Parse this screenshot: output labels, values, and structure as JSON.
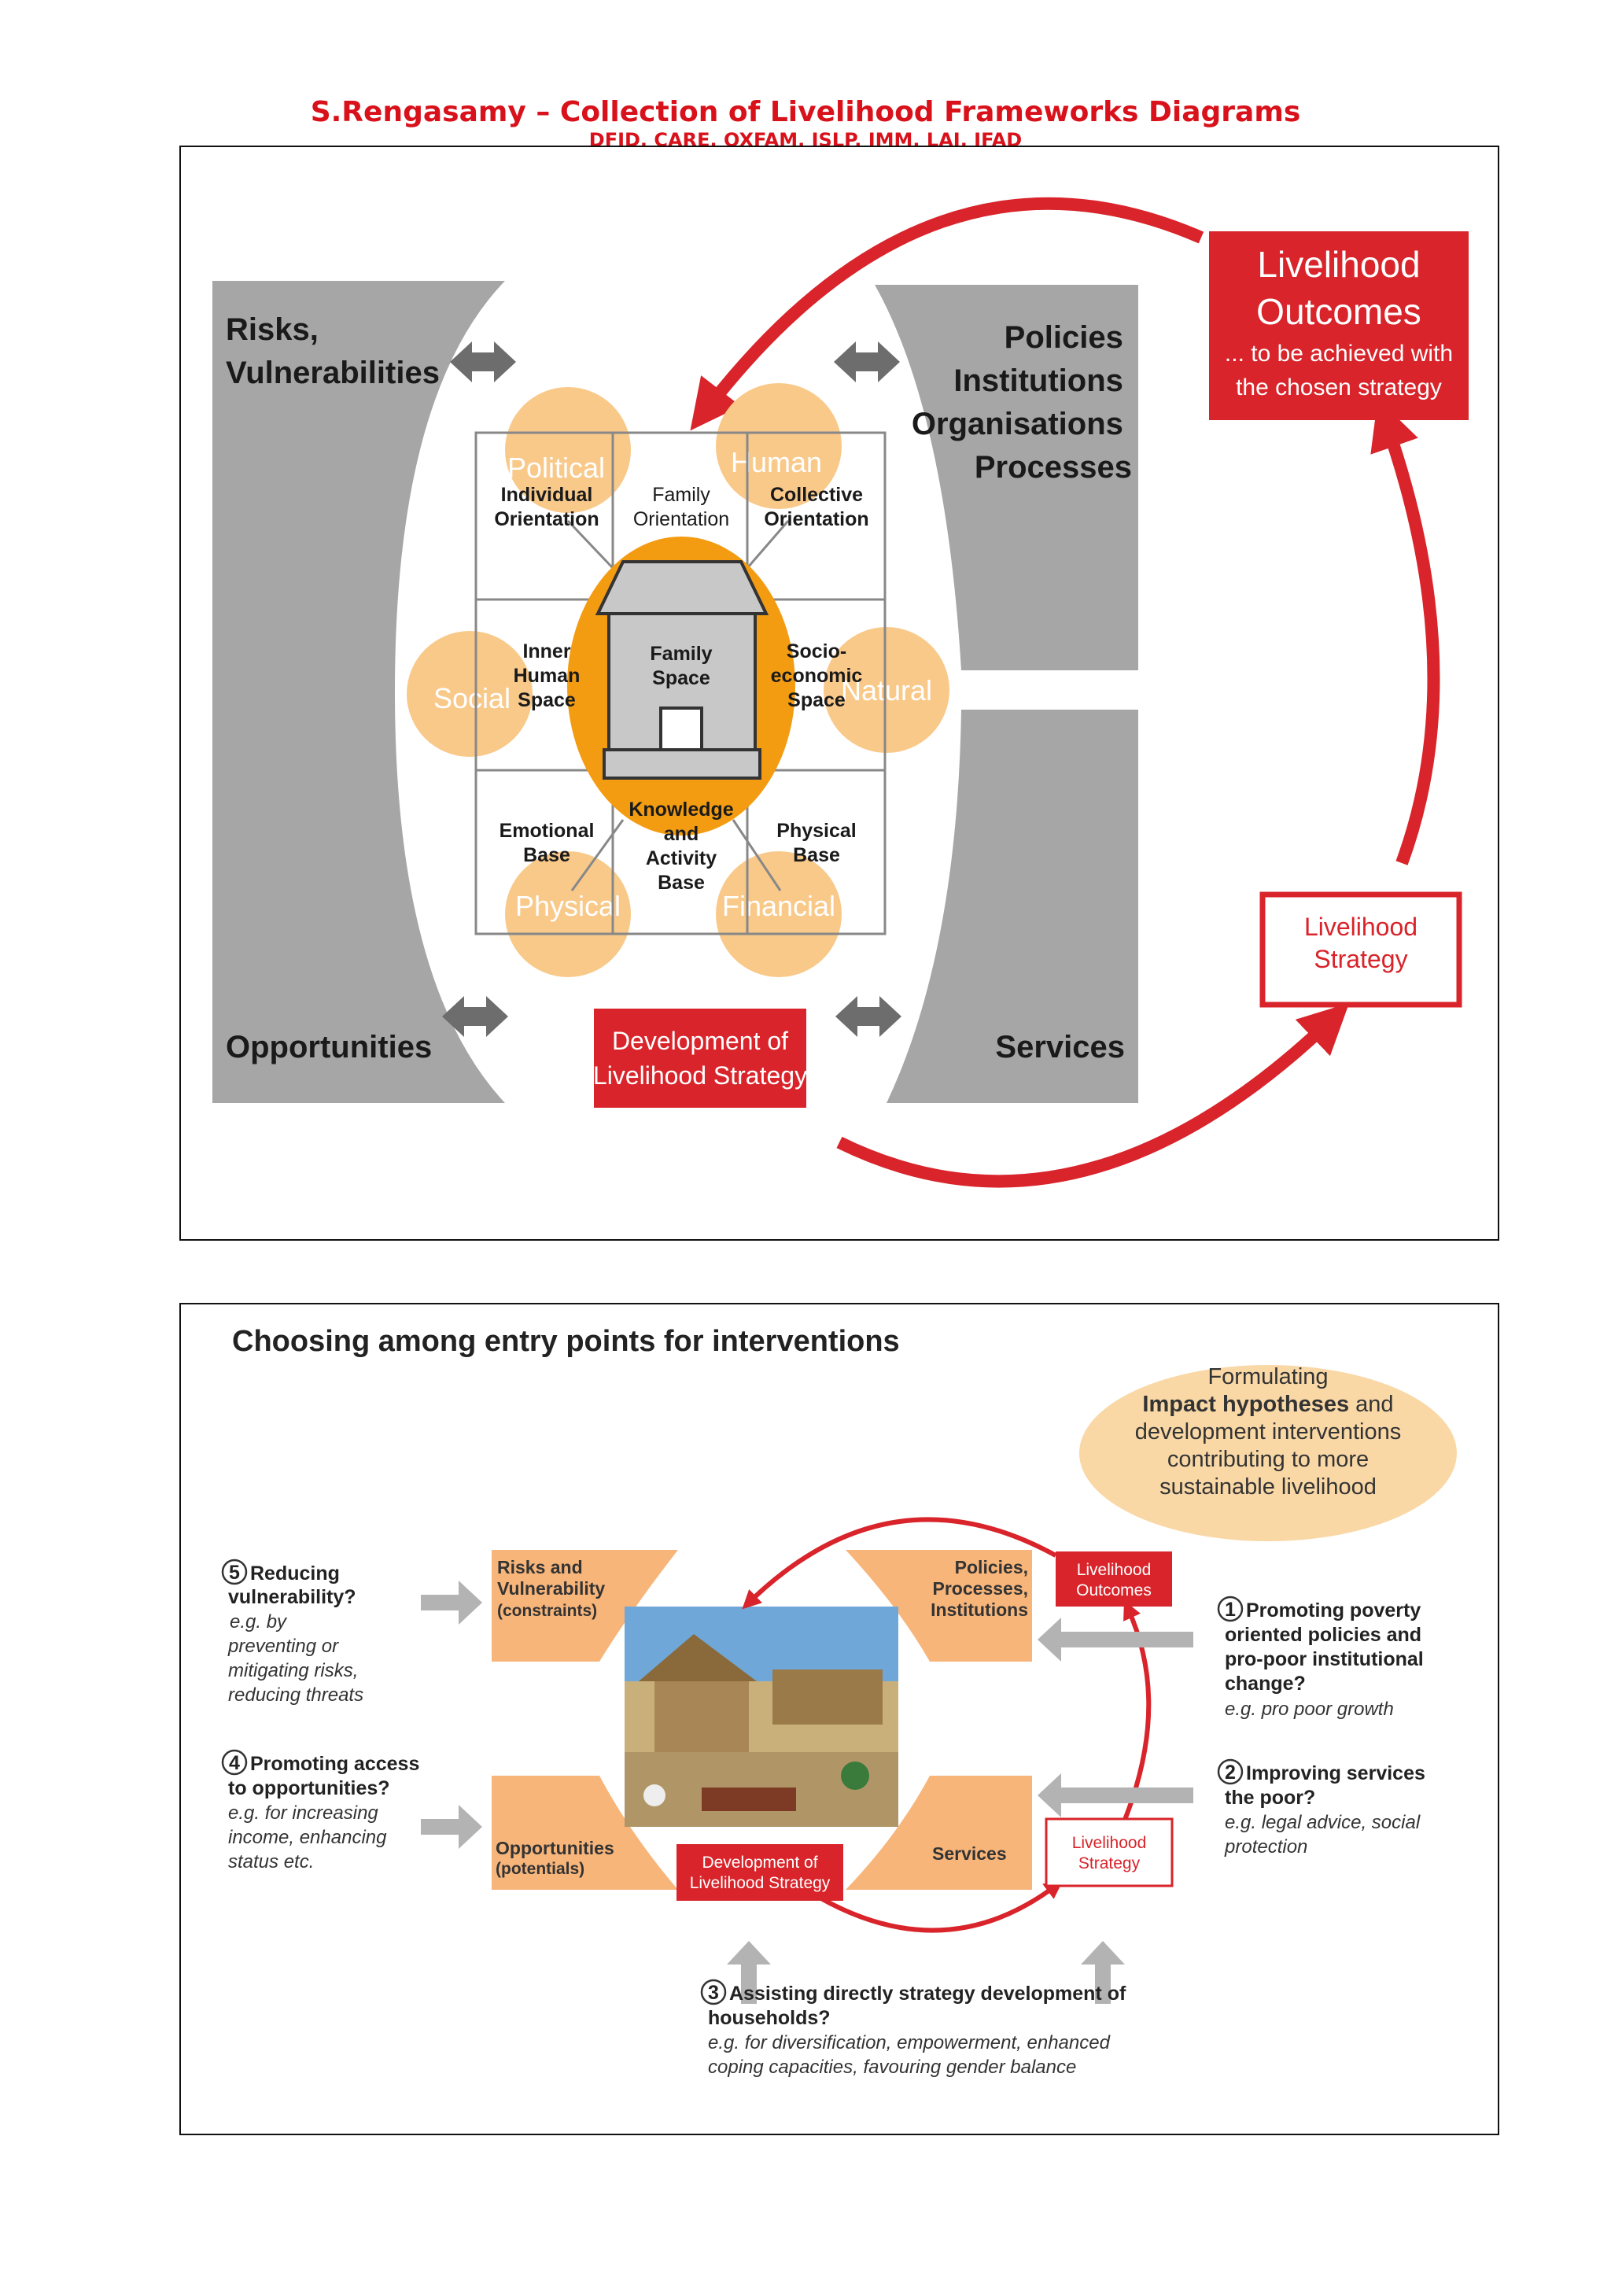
{
  "header": {
    "title": "S.Rengasamy – Collection of Livelihood Frameworks Diagrams",
    "subtitle": "DFID, CARE, OXFAM, ISLP, IMM, LAI, IFAD"
  },
  "diagram1": {
    "left_top_label": [
      "Risks,",
      "Vulnerabilities"
    ],
    "left_bottom_label": "Opportunities",
    "right_top_label": [
      "Policies",
      "Institutions",
      "Organisations",
      "Processes"
    ],
    "right_bottom_label": "Services",
    "outcomes_box": {
      "title": [
        "Livelihood",
        "Outcomes"
      ],
      "subtitle": [
        "... to be achieved with",
        "the chosen strategy"
      ]
    },
    "strategy_box": [
      "Livelihood",
      "Strategy"
    ],
    "development_box": [
      "Development of",
      "Livelihood Strategy"
    ],
    "capitals": {
      "political": "Political",
      "human": "Human",
      "social": "Social",
      "natural": "Natural",
      "physical": "Physical",
      "financial": "Financial"
    },
    "grid_cells": {
      "individual": [
        "Individual",
        "Orientation"
      ],
      "family_orientation": [
        "Family",
        "Orientation"
      ],
      "collective": [
        "Collective",
        "Orientation"
      ],
      "inner_human": [
        "Inner",
        "Human",
        "Space"
      ],
      "family_space": [
        "Family",
        "Space"
      ],
      "socio_economic": [
        "Socio-",
        "economic",
        "Space"
      ],
      "emotional": [
        "Emotional",
        "Base"
      ],
      "knowledge": [
        "Knowledge",
        "and",
        "Activity",
        "Base"
      ],
      "physical_base": [
        "Physical",
        "Base"
      ]
    }
  },
  "diagram2": {
    "title": "Choosing among  entry points for interventions",
    "hypothesis": [
      "Formulating",
      "Impact hypotheses",
      " and",
      "development interventions",
      "contributing to more",
      "sustainable livelihood"
    ],
    "boxes": {
      "risks": [
        "Risks and",
        "Vulnerability",
        "(constraints)"
      ],
      "policies": [
        "Policies,",
        "Processes,",
        "Institutions"
      ],
      "opportunities": [
        "Opportunities",
        "(potentials)"
      ],
      "services": "Services",
      "outcomes": [
        "Livelihood",
        "Outcomes"
      ],
      "strategy": [
        "Livelihood",
        "Strategy"
      ],
      "development": [
        "Development of",
        "Livelihood Strategy"
      ]
    },
    "entry_points": [
      {
        "num": "5",
        "lines": [
          "Reducing",
          "vulnerability?"
        ],
        "example": [
          " e.g. by",
          "preventing or",
          "mitigating risks,",
          "reducing threats"
        ]
      },
      {
        "num": "4",
        "lines": [
          "Promoting access",
          "to opportunities?"
        ],
        "example": [
          "e.g. for increasing",
          "income, enhancing",
          "status etc."
        ]
      },
      {
        "num": "1",
        "lines": [
          "Promoting poverty",
          "oriented policies and",
          "pro-poor institutional",
          "change?"
        ],
        "example": [
          "e.g. pro poor growth"
        ]
      },
      {
        "num": "2",
        "lines": [
          "Improving services",
          "the poor?"
        ],
        "example": [
          "e.g. legal advice, social",
          "protection"
        ]
      },
      {
        "num": "3",
        "lines": [
          "Assisting directly strategy development of",
          "households?"
        ],
        "example": [
          "e.g. for diversification, empowerment, enhanced",
          "coping capacities, favouring gender balance"
        ]
      }
    ]
  },
  "colors": {
    "red": "#d8242a",
    "gray": "#a6a6a7",
    "orange": "#f39c12",
    "peach": "#f9c98a",
    "light_orange": "#f7b57a"
  }
}
